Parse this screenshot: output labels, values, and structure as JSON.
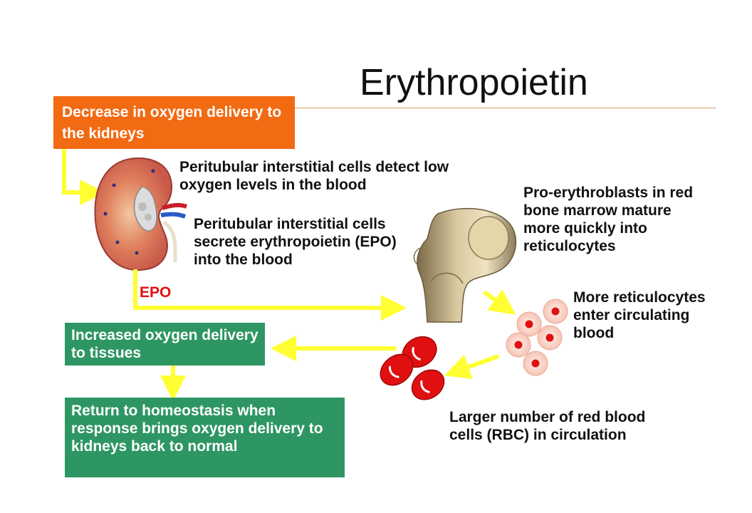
{
  "title": "Erythropoietin",
  "boxes": {
    "decrease": "Decrease in oxygen delivery to the kidneys",
    "increased": "Increased oxygen delivery to tissues",
    "return": "Return to homeostasis when response brings oxygen delivery to kidneys back to normal"
  },
  "labels": {
    "detect": "Peritubular interstitial cells detect low oxygen levels in the blood",
    "secrete": "Peritubular interstitial cells secrete erythropoietin (EPO) into the blood",
    "pro": "Pro-erythroblasts in red bone marrow mature more quickly into reticulocytes",
    "more": "More reticulocytes enter circulating blood",
    "larger": "Larger number of red blood cells (RBC) in circulation",
    "epo": "EPO"
  },
  "colors": {
    "orange_box": "#f26a12",
    "green_box": "#2e9663",
    "arrow": "#ffff33",
    "epo_text": "#e01010",
    "rbc": "#e01010"
  },
  "icons": [
    "kidney-icon",
    "femur-bone-icon",
    "reticulocyte-icon",
    "red-blood-cell-icon"
  ]
}
